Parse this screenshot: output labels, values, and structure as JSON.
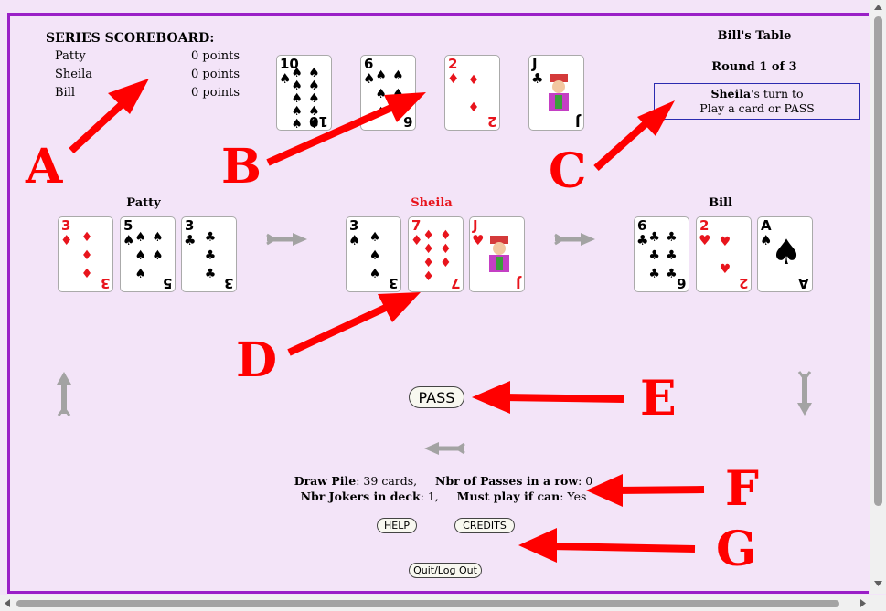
{
  "scoreboard": {
    "title": "SERIES SCOREBOARD:",
    "rows": [
      {
        "name": "Patty",
        "points": "0 points"
      },
      {
        "name": "Sheila",
        "points": "0 points"
      },
      {
        "name": "Bill",
        "points": "0 points"
      }
    ]
  },
  "table": {
    "title": "Bill's Table",
    "round": "Round 1 of 3",
    "turn_player": "Sheila",
    "turn_suffix": "'s turn to",
    "turn_action": "Play a card or PASS"
  },
  "played_cards": [
    {
      "rank": "10",
      "suit": "♠",
      "color": "black"
    },
    {
      "rank": "6",
      "suit": "♠",
      "color": "black"
    },
    {
      "rank": "2",
      "suit": "♦",
      "color": "red"
    },
    {
      "rank": "J",
      "suit": "♣",
      "color": "black"
    }
  ],
  "players": [
    {
      "name": "Patty",
      "cards": [
        {
          "rank": "3",
          "suit": "♦",
          "color": "red"
        },
        {
          "rank": "5",
          "suit": "♠",
          "color": "black"
        },
        {
          "rank": "3",
          "suit": "♣",
          "color": "black"
        }
      ]
    },
    {
      "name": "Sheila",
      "cards": [
        {
          "rank": "3",
          "suit": "♠",
          "color": "black"
        },
        {
          "rank": "7",
          "suit": "♦",
          "color": "red"
        },
        {
          "rank": "J",
          "suit": "♥",
          "color": "red"
        }
      ]
    },
    {
      "name": "Bill",
      "cards": [
        {
          "rank": "6",
          "suit": "♣",
          "color": "black"
        },
        {
          "rank": "2",
          "suit": "♥",
          "color": "red"
        },
        {
          "rank": "A",
          "suit": "♠",
          "color": "black"
        }
      ]
    }
  ],
  "buttons": {
    "pass": "PASS",
    "help": "HELP",
    "credits": "CREDITS",
    "quit": "Quit/Log Out"
  },
  "info": {
    "draw_pile_label": "Draw Pile",
    "draw_pile_value": ": 39 cards,",
    "passes_label": "Nbr of Passes in a row",
    "passes_value": ": 0",
    "jokers_label": "Nbr Jokers in deck",
    "jokers_value": ": 1,",
    "must_play_label": "Must play if can",
    "must_play_value": ": Yes"
  },
  "annotations": [
    "A",
    "B",
    "C",
    "D",
    "E",
    "F",
    "G"
  ],
  "colors": {
    "background": "#f3e4f8",
    "frame": "#9a1fc7",
    "active_player": "#e8141c",
    "annotation": "#ff0000"
  }
}
